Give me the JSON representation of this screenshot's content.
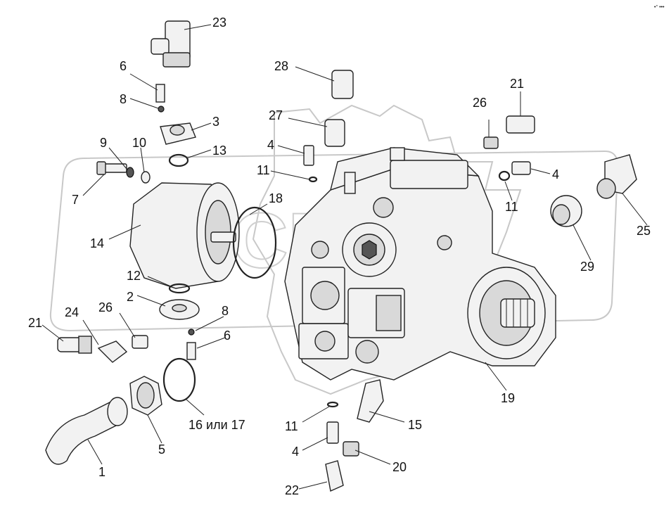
{
  "diagram": {
    "labels": {
      "p1": "1",
      "p2": "2",
      "p3": "3",
      "p4a": "4",
      "p4b": "4",
      "p4c": "4",
      "p5": "5",
      "p6a": "6",
      "p6b": "6",
      "p7": "7",
      "p8a": "8",
      "p8b": "8",
      "p9": "9",
      "p10": "10",
      "p11a": "11",
      "p11b": "11",
      "p11c": "11",
      "p12": "12",
      "p13": "13",
      "p14": "14",
      "p15": "15",
      "p16": "16 или 17",
      "p18": "18",
      "p19": "19",
      "p20": "20",
      "p21a": "21",
      "p21b": "21",
      "p22": "22",
      "p23": "23",
      "p24": "24",
      "p25": "25",
      "p26a": "26",
      "p26b": "26",
      "p27": "27",
      "p28": "28",
      "p29": "29"
    },
    "corner_mark": "•° •••"
  }
}
